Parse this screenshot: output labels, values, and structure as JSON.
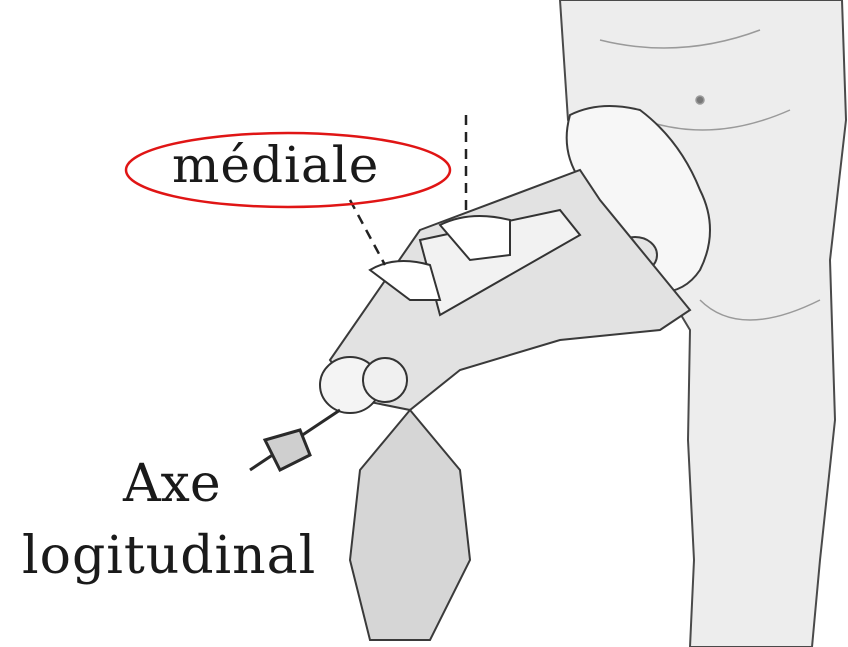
{
  "labels": {
    "medial": "médiale",
    "axis_line1": "Axe",
    "axis_line2": "logitudinal"
  },
  "colors": {
    "highlight_ellipse": "#e01515",
    "line_art": "#3a3a3a",
    "skin_shade": "#dcdcdc",
    "background": "#ffffff"
  }
}
